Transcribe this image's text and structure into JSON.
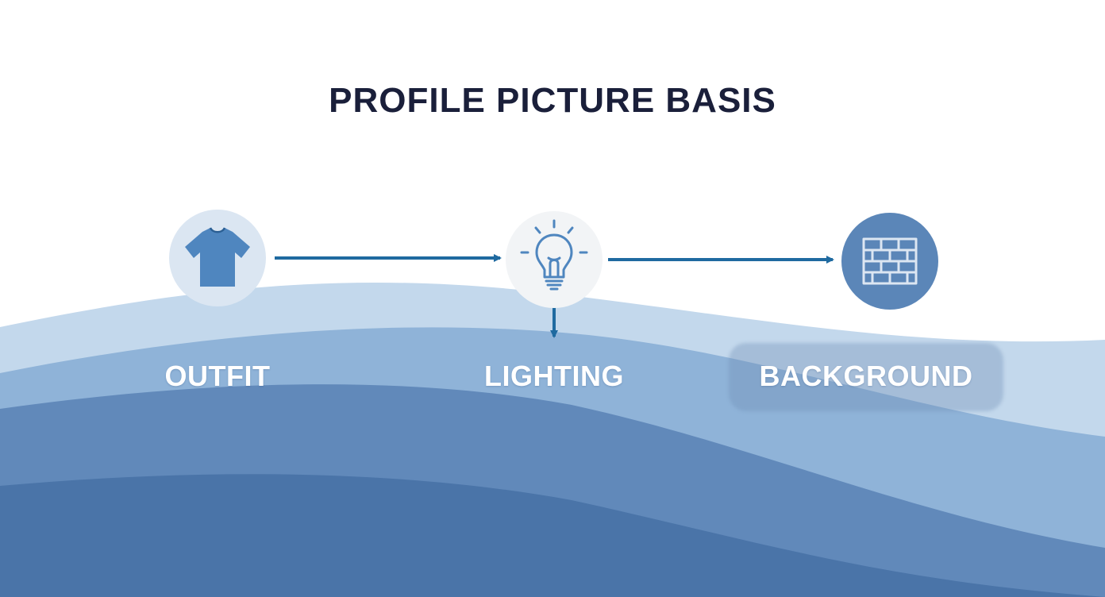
{
  "title": "PROFILE PICTURE BASIS",
  "colors": {
    "title": "#1a1f3a",
    "arrow": "#1f6aa0",
    "icon_blue": "#4f86bf",
    "node_light": "#dbe6f2",
    "node_pale": "#f2f4f6",
    "node_dark": "#5b86b8",
    "wave_1": "#c3d8ec",
    "wave_2": "#8fb3d8",
    "wave_3": "#6189ba",
    "wave_4": "#4a74a8"
  },
  "steps": [
    {
      "label": "OUTFIT",
      "icon": "tshirt-icon"
    },
    {
      "label": "LIGHTING",
      "icon": "lightbulb-icon"
    },
    {
      "label": "BACKGROUND",
      "icon": "brick-wall-icon"
    }
  ]
}
